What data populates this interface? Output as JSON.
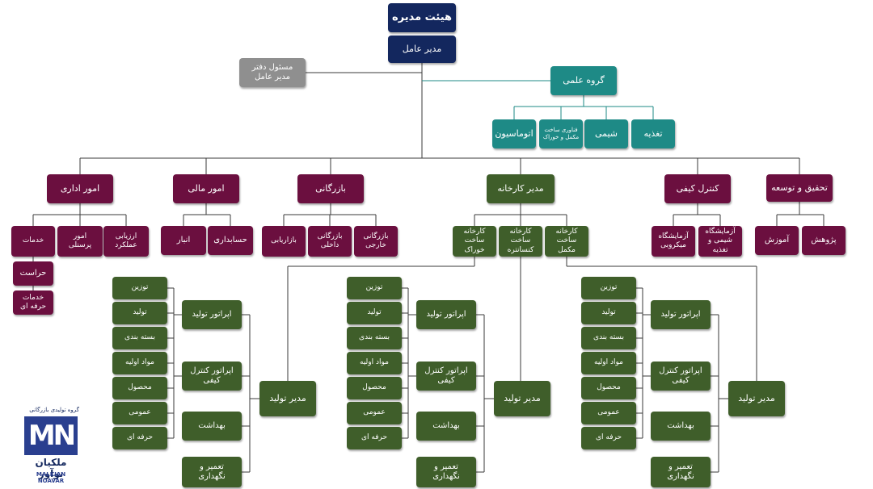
{
  "board": "هیئت مدیره",
  "ceo": "مدیر عامل",
  "office": "مسئول دفتر\nمدیر عامل",
  "science": {
    "title": "گروه علمی",
    "items": [
      "تغذیه",
      "شیمی",
      "فناوری ساخت\nمکمل و خوراک",
      "اتوماسیون"
    ]
  },
  "departments": {
    "rd": {
      "title": "تحقیق و توسعه",
      "items": [
        "پژوهش",
        "آموزش"
      ]
    },
    "qc": {
      "title": "کنترل کیفی",
      "items": [
        "آزمایشگاه\nشیمی و\nتغذیه",
        "آزمایشگاه\nمیکروبی"
      ]
    },
    "factory": {
      "title": "مدیر کارخانه",
      "items": [
        "کارخانه\nساخت\nمکمل",
        "کارخانه\nساخت\nکنسانتره",
        "کارخانه\nساخت\nخوراک"
      ]
    },
    "commerce": {
      "title": "بازرگانی",
      "items": [
        "بازرگانی\nخارجی",
        "بازرگانی\nداخلی",
        "بازاریابی"
      ]
    },
    "finance": {
      "title": "امور مالی",
      "items": [
        "حسابداری",
        "انبار"
      ]
    },
    "admin": {
      "title": "امور اداری",
      "items": [
        "ارزیابی\nعملکرد",
        "امور\nپرسنلی",
        "خدمات"
      ],
      "services": [
        "حراست",
        "خدمات\nحرفه ای"
      ]
    }
  },
  "production": {
    "manager": "مدیر تولید",
    "mid": [
      "اپراتور تولید",
      "اپراتور کنترل\nکیفی",
      "بهداشت",
      "تعمیر و\nنگهداری"
    ],
    "leaves": [
      "توزین",
      "تولید",
      "بسته بندی",
      "مواد اولیه",
      "محصول",
      "عمومی",
      "حرفه ای"
    ]
  },
  "logo": {
    "tagline": "گروه تولیدی بازرگانی",
    "mark": "MN",
    "name": "ملکیان نوآور",
    "latin": "MALKIAN NOAVAR"
  },
  "colors": {
    "navy": "#13275e",
    "gray": "#8f8f8f",
    "teal": "#1e8a86",
    "maroon": "#6b0f3f",
    "green": "#3f5e2a",
    "line": "#3a3a3a"
  }
}
